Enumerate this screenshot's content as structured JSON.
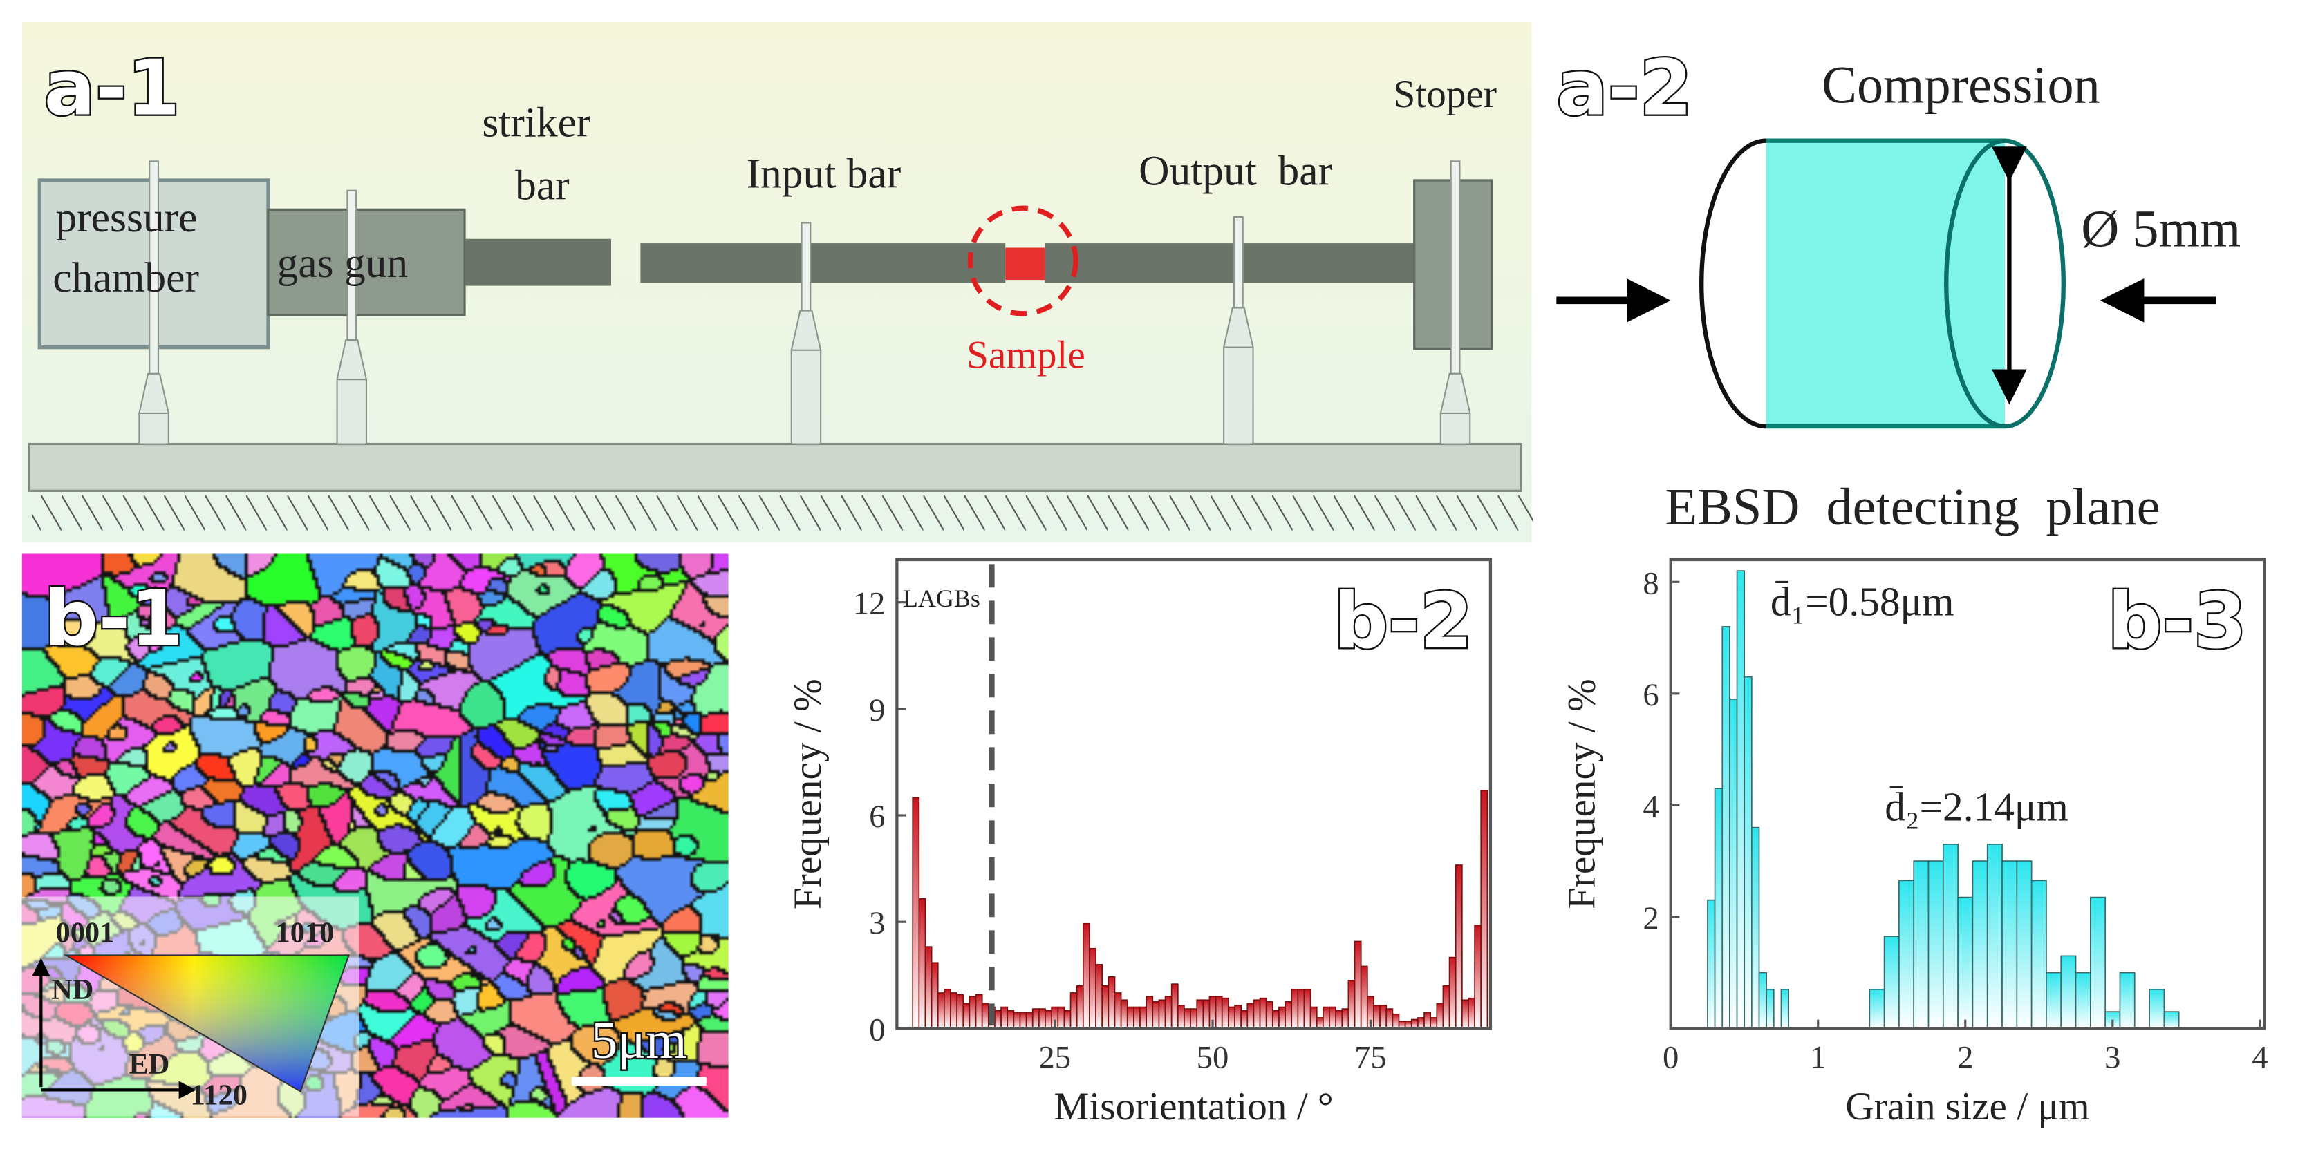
{
  "panel_a1": {
    "label": "a-1",
    "pressure_chamber_line1": "pressure",
    "pressure_chamber_line2": "chamber",
    "gas_gun": "gas gun",
    "striker_line1": "striker",
    "striker_line2": "bar",
    "input_bar": "Input bar",
    "output_bar": "Output  bar",
    "stoper": "Stoper",
    "sample": "Sample",
    "sample_color": "#e83030"
  },
  "panel_a2": {
    "label": "a-2",
    "title": "Compression",
    "diameter": "Ø 5mm",
    "plane_label": "EBSD  detecting  plane",
    "cylinder_color": "#7ff5ea"
  },
  "panel_b1": {
    "label": "b-1",
    "legend_0001": "0001",
    "legend_1010": "101̄0",
    "legend_nd": "ND",
    "legend_ed": "ED",
    "legend_1120": "1120",
    "scale_bar": "5μm"
  },
  "chart_data": [
    {
      "id": "b-2",
      "type": "bar",
      "panel_label": "b-2",
      "xlabel": "Misorientation / °",
      "ylabel": "Frequency / %",
      "xlim": [
        0,
        94
      ],
      "ylim": [
        0,
        13.2
      ],
      "xticks": [
        25,
        50,
        75
      ],
      "yticks": [
        0,
        3,
        6,
        9,
        12
      ],
      "bin_width": 1,
      "annotation": "LAGBs",
      "threshold_line_x": 15,
      "bar_color": "#c8141e",
      "x": [
        3,
        4,
        5,
        6,
        7,
        8,
        9,
        10,
        11,
        12,
        13,
        14,
        15,
        16,
        17,
        18,
        19,
        20,
        21,
        22,
        23,
        24,
        25,
        26,
        27,
        28,
        29,
        30,
        31,
        32,
        33,
        34,
        35,
        36,
        37,
        38,
        39,
        40,
        41,
        42,
        43,
        44,
        45,
        46,
        47,
        48,
        49,
        50,
        51,
        52,
        53,
        54,
        55,
        56,
        57,
        58,
        59,
        60,
        61,
        62,
        63,
        64,
        65,
        66,
        67,
        68,
        69,
        70,
        71,
        72,
        73,
        74,
        75,
        76,
        77,
        78,
        79,
        80,
        81,
        82,
        83,
        84,
        85,
        86,
        87,
        88,
        89,
        90,
        91,
        92,
        93
      ],
      "values": [
        6.5,
        3.65,
        2.3,
        1.85,
        1.0,
        1.1,
        1.0,
        0.95,
        0.7,
        0.9,
        0.95,
        0.7,
        0.6,
        0.5,
        0.6,
        0.5,
        0.45,
        0.45,
        0.45,
        0.55,
        0.55,
        0.5,
        0.6,
        0.6,
        0.5,
        1.0,
        1.2,
        2.95,
        2.25,
        1.8,
        1.2,
        1.45,
        1.0,
        0.8,
        0.6,
        0.6,
        0.6,
        0.9,
        0.75,
        0.8,
        0.9,
        1.25,
        0.65,
        0.55,
        0.55,
        0.8,
        0.8,
        0.9,
        0.9,
        0.85,
        0.6,
        0.65,
        0.5,
        0.7,
        0.8,
        0.85,
        0.75,
        0.5,
        0.6,
        0.75,
        1.1,
        1.1,
        1.1,
        0.6,
        0.3,
        0.6,
        0.6,
        0.5,
        0.55,
        1.35,
        2.45,
        1.75,
        0.9,
        0.65,
        0.65,
        0.55,
        0.4,
        0.2,
        0.2,
        0.25,
        0.3,
        0.45,
        0.3,
        0.7,
        1.2,
        2.0,
        4.6,
        0.8,
        0.85,
        2.9,
        6.7
      ]
    },
    {
      "id": "b-3",
      "type": "bar",
      "panel_label": "b-3",
      "xlabel": "Grain size / μm",
      "ylabel": "Frequency / %",
      "xlim": [
        0,
        4.03
      ],
      "ylim": [
        0,
        8.4
      ],
      "xticks": [
        0,
        1,
        2,
        3,
        4
      ],
      "yticks": [
        2,
        4,
        6,
        8
      ],
      "bar_color": "#2ee6ee",
      "annotations": [
        "d̄₁=0.58μm",
        "d̄₂=2.14μm"
      ],
      "series": [
        {
          "bin_width": 0.05,
          "x": [
            0.275,
            0.325,
            0.375,
            0.425,
            0.475,
            0.525,
            0.575,
            0.625,
            0.675,
            0.775
          ],
          "values": [
            2.3,
            4.3,
            7.2,
            5.9,
            8.2,
            6.3,
            3.6,
            1.0,
            0.7,
            0.7
          ]
        },
        {
          "bin_width": 0.1,
          "x": [
            1.4,
            1.5,
            1.6,
            1.7,
            1.8,
            1.9,
            2.0,
            2.1,
            2.2,
            2.3,
            2.4,
            2.5,
            2.6,
            2.7,
            2.8,
            2.9,
            3.0,
            3.1,
            3.2,
            3.3,
            3.4
          ],
          "values": [
            0.7,
            1.65,
            2.65,
            3.0,
            3.0,
            3.3,
            2.35,
            3.0,
            3.3,
            3.0,
            3.0,
            2.65,
            1.0,
            1.3,
            1.0,
            2.35,
            0.3,
            1.0,
            0,
            0.7,
            0.3
          ]
        }
      ]
    }
  ]
}
